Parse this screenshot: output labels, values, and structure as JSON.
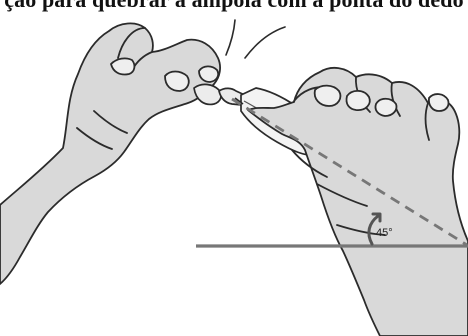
{
  "caption": {
    "text": "ção para quebrar a ampola com a ponta do dedo"
  },
  "illustration": {
    "angle_label": "45°",
    "colors": {
      "hand_fill": "#d9d9d9",
      "outline": "#2b2b2b",
      "guide_line": "#777777",
      "ampoule_fill": "#ececec"
    },
    "icons": [
      "left-hand",
      "right-hand",
      "ampoule",
      "snap-lines",
      "angle-arc-arrow"
    ]
  }
}
